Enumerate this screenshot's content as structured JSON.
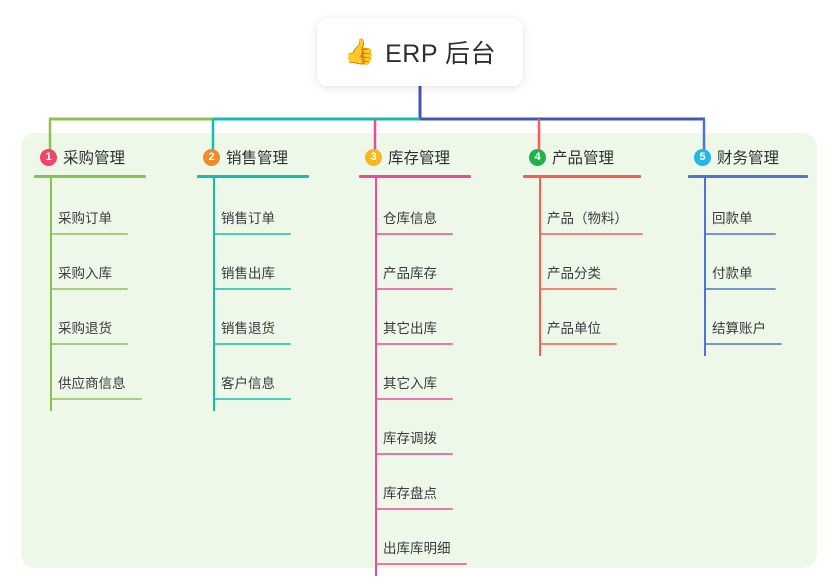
{
  "root": {
    "icon": "thumbs-up-icon",
    "icon_glyph": "👍",
    "title": "ERP 后台",
    "card_bg": "#ffffff"
  },
  "panel": {
    "bg": "#eef8e9"
  },
  "connector": {
    "segments": [
      {
        "name": "green-segment",
        "color": "#8CC152"
      },
      {
        "name": "teal-segment",
        "color": "#14BDAE"
      },
      {
        "name": "blue-segment",
        "color": "#4455B8"
      }
    ],
    "stem_color": "#4455B8"
  },
  "columns": [
    {
      "index": "1",
      "title": "采购管理",
      "color": "#8CC152",
      "badge_color": "#F14668",
      "items": [
        {
          "label": "采购订单",
          "rule_width": 78
        },
        {
          "label": "采购入库",
          "rule_width": 78
        },
        {
          "label": "采购退货",
          "rule_width": 78
        },
        {
          "label": "供应商信息",
          "rule_width": 92
        }
      ]
    },
    {
      "index": "2",
      "title": "销售管理",
      "color": "#14BDAE",
      "badge_color": "#F4882B",
      "items": [
        {
          "label": "销售订单",
          "rule_width": 78
        },
        {
          "label": "销售出库",
          "rule_width": 78
        },
        {
          "label": "销售退货",
          "rule_width": 78
        },
        {
          "label": "客户信息",
          "rule_width": 78
        }
      ]
    },
    {
      "index": "3",
      "title": "库存管理",
      "color": "#EA4C9B",
      "badge_color": "#F5B820",
      "items": [
        {
          "label": "仓库信息",
          "rule_width": 78
        },
        {
          "label": "产品库存",
          "rule_width": 78
        },
        {
          "label": "其它出库",
          "rule_width": 78
        },
        {
          "label": "其它入库",
          "rule_width": 78
        },
        {
          "label": "库存调拨",
          "rule_width": 78
        },
        {
          "label": "库存盘点",
          "rule_width": 78
        },
        {
          "label": "出库库明细",
          "rule_width": 92
        }
      ]
    },
    {
      "index": "4",
      "title": "产品管理",
      "color": "#FB5B53",
      "badge_color": "#22B24C",
      "items": [
        {
          "label": "产品（物料）",
          "rule_width": 104
        },
        {
          "label": "产品分类",
          "rule_width": 78
        },
        {
          "label": "产品单位",
          "rule_width": 78
        }
      ]
    },
    {
      "index": "5",
      "title": "财务管理",
      "color": "#4F74CB",
      "badge_color": "#23B7E5",
      "items": [
        {
          "label": "回款单",
          "rule_width": 72
        },
        {
          "label": "付款单",
          "rule_width": 72
        },
        {
          "label": "结算账户",
          "rule_width": 78
        }
      ]
    }
  ]
}
